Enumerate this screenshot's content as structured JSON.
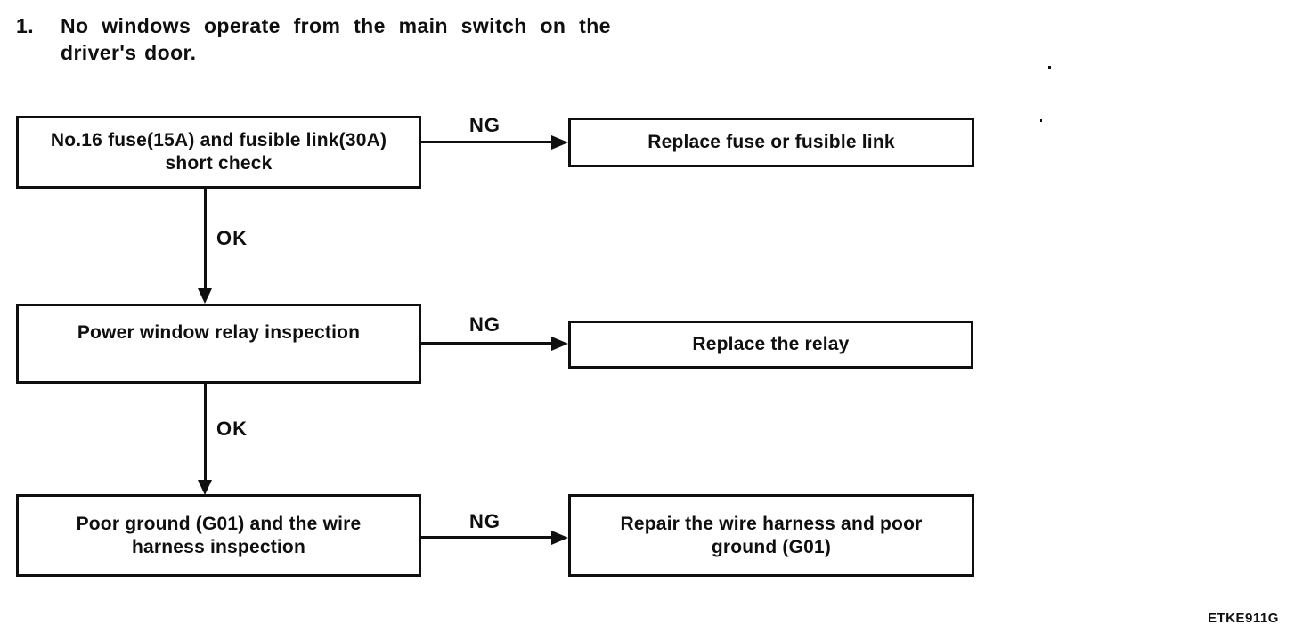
{
  "title": {
    "number": "1.",
    "line1": "No windows operate from the main switch on the",
    "line2": "driver's door."
  },
  "labels": {
    "ng": "NG",
    "ok": "OK"
  },
  "flowchart": {
    "steps": [
      {
        "check_lines": [
          "No.16 fuse(15A) and fusible link(30A)",
          "short check"
        ],
        "ng_action_lines": [
          "Replace fuse or fusible link"
        ],
        "ok_next": "Power window relay inspection"
      },
      {
        "check_lines": [
          "Power window relay inspection"
        ],
        "ng_action_lines": [
          "Replace the relay"
        ],
        "ok_next": "Poor ground (G01) and the wire harness inspection"
      },
      {
        "check_lines": [
          "Poor ground (G01) and the wire",
          "harness inspection"
        ],
        "ng_action_lines": [
          "Repair the wire harness and poor",
          "ground (G01)"
        ]
      }
    ]
  },
  "figure_code": "ETKE911G"
}
